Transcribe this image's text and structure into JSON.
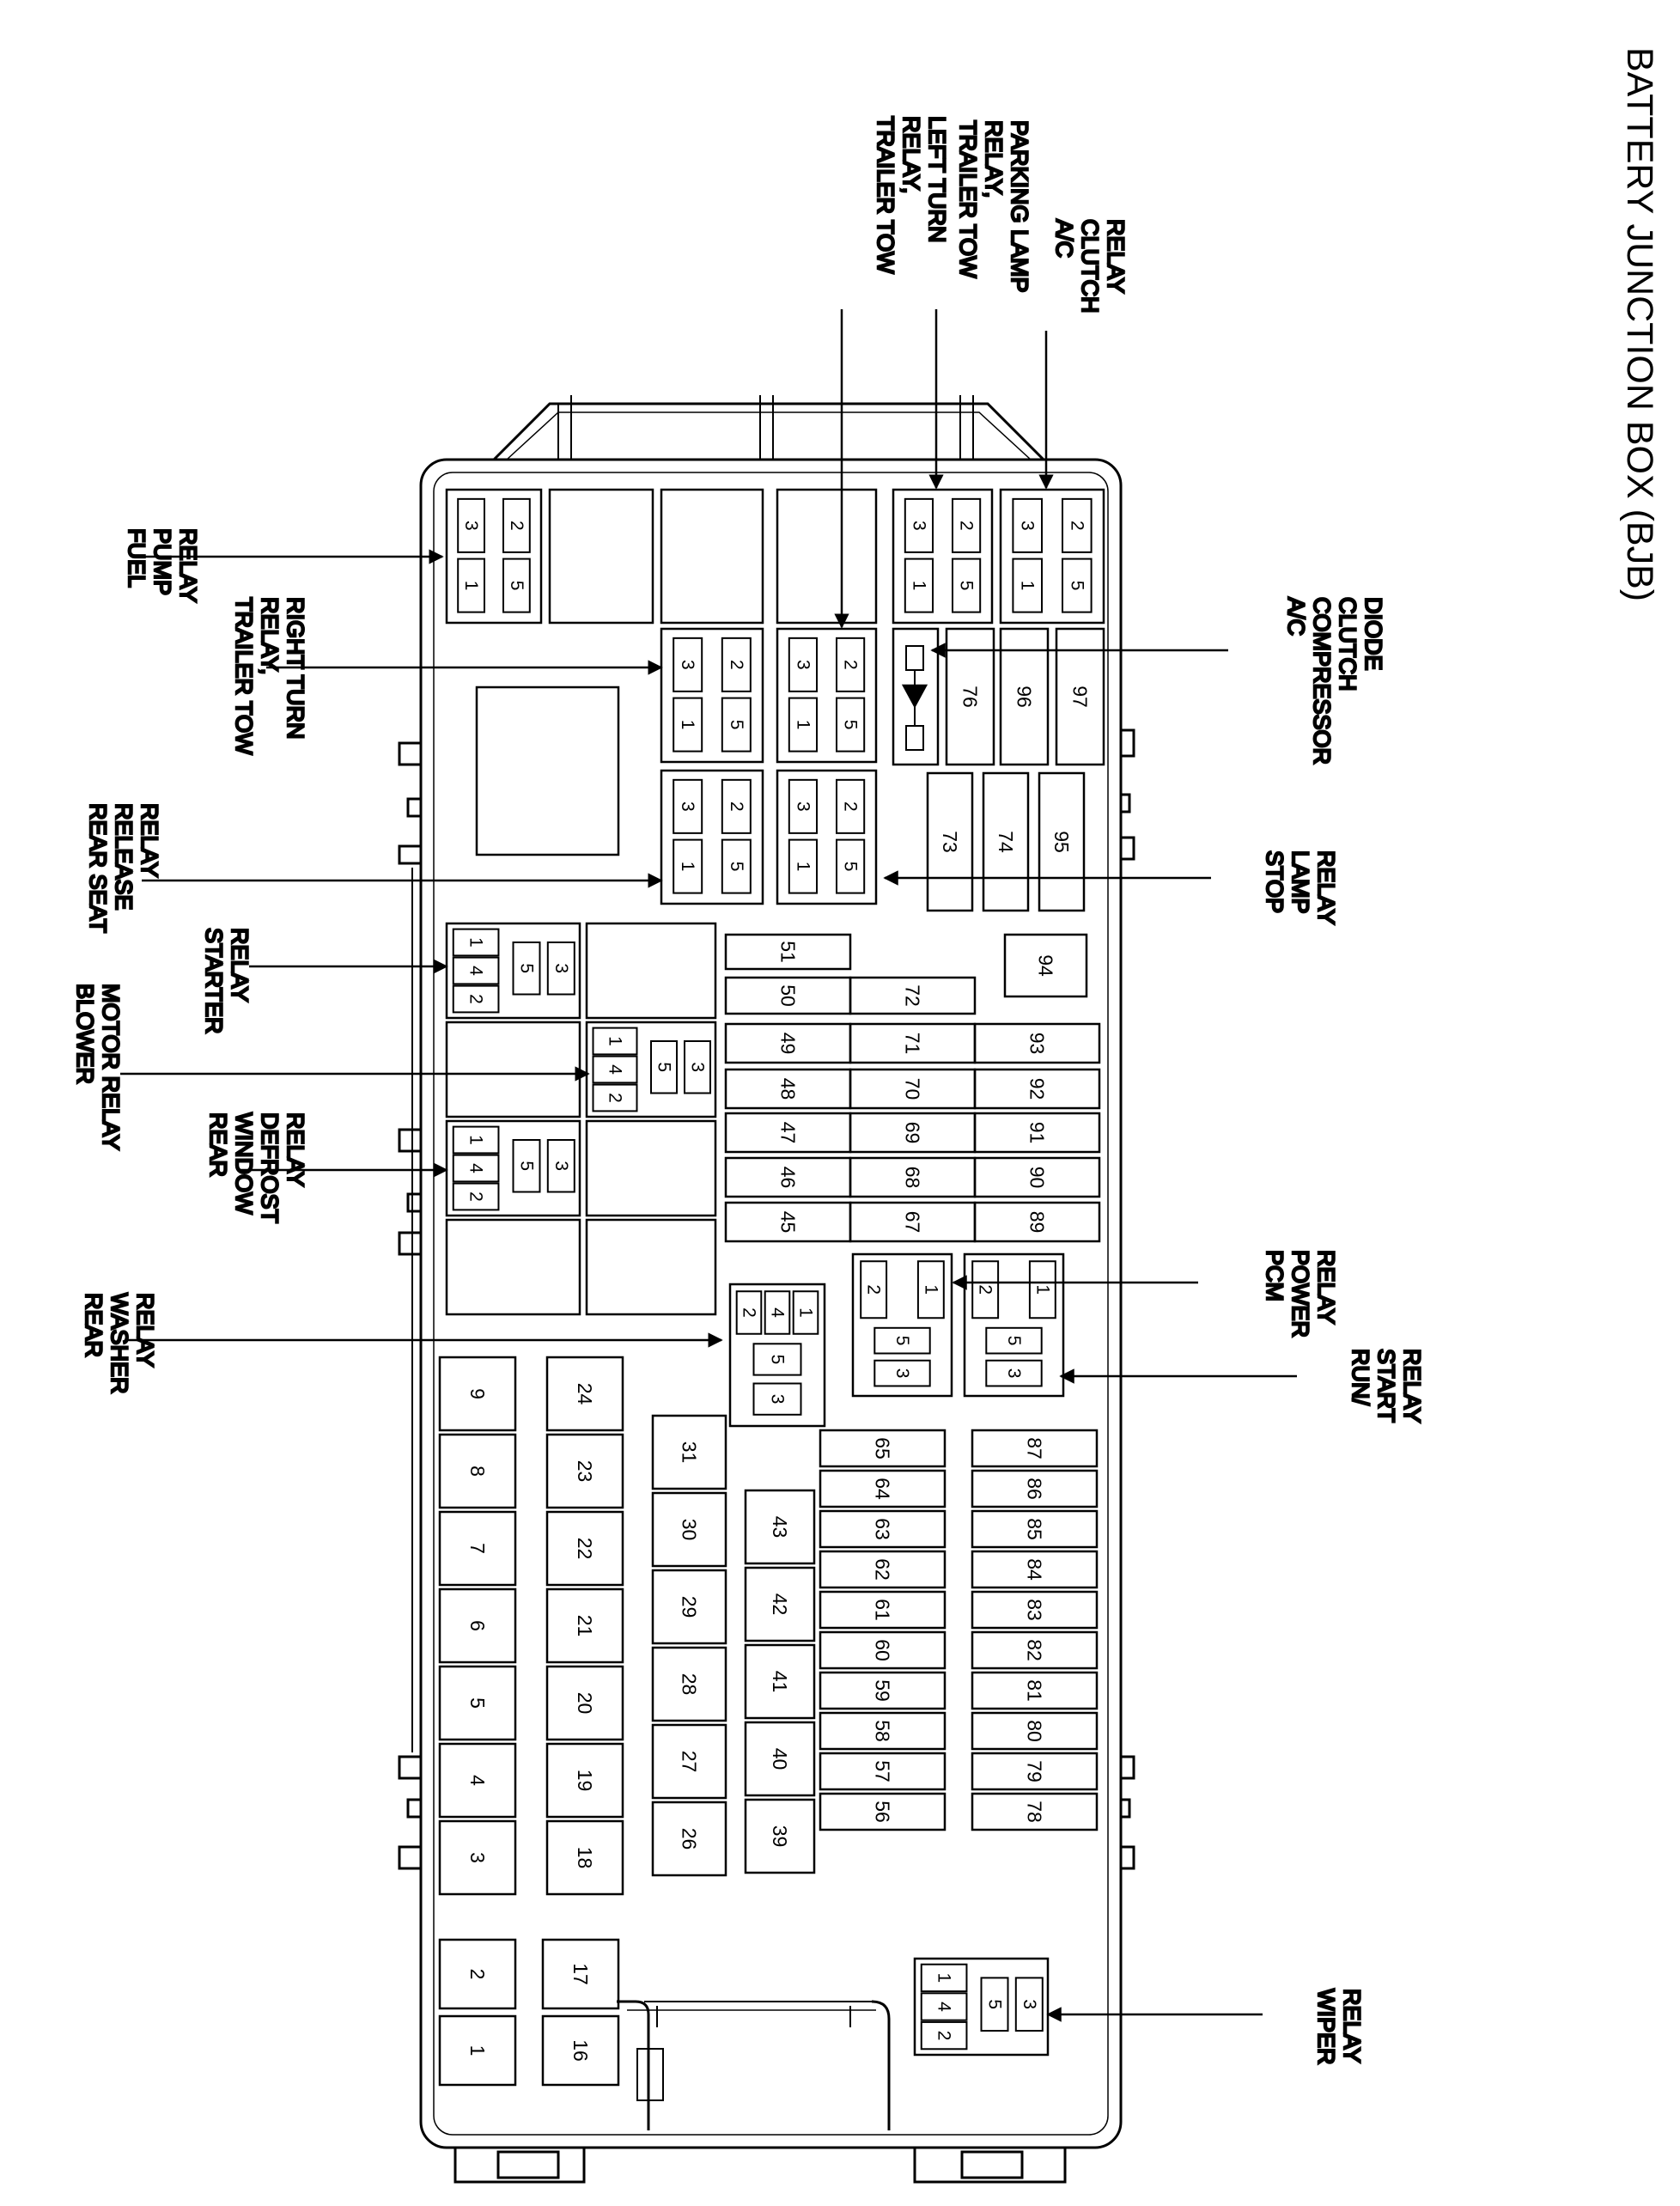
{
  "title": "BATTERY JUNCTION BOX (BJB)",
  "labels": {
    "fuel_pump_relay": [
      "FUEL",
      "PUMP",
      "RELAY"
    ],
    "trailer_tow_right": [
      "TRAILER TOW",
      "RELAY,",
      "RIGHT TURN"
    ],
    "rear_seat_release": [
      "REAR SEAT",
      "RELEASE",
      "RELAY"
    ],
    "starter_relay": [
      "STARTER",
      "RELAY"
    ],
    "blower_motor_relay": [
      "BLOWER",
      "MOTOR RELAY"
    ],
    "rear_window_defrost": [
      "REAR",
      "WINDOW",
      "DEFROST",
      "RELAY"
    ],
    "rear_washer_relay": [
      "REAR",
      "WASHER",
      "RELAY"
    ],
    "trailer_tow_left": [
      "TRAILER TOW",
      "RELAY,",
      "LEFT TURN"
    ],
    "trailer_tow_parking": [
      "TRAILER TOW",
      "RELAY,",
      "PARKING LAMP"
    ],
    "ac_clutch_relay": [
      "A/C",
      "CLUTCH",
      "RELAY"
    ],
    "ac_compressor_diode": [
      "A/C",
      "COMPRESSOR",
      "CLUTCH",
      "DIODE"
    ],
    "stop_lamp_relay": [
      "STOP",
      "LAMP",
      "RELAY"
    ],
    "pcm_power_relay": [
      "PCM",
      "POWER",
      "RELAY"
    ],
    "run_start_relay": [
      "RUN/",
      "START",
      "RELAY"
    ],
    "wiper_relay": [
      "WIPER",
      "RELAY"
    ]
  },
  "fuses": {
    "f1": "1",
    "f2": "2",
    "f3": "3",
    "f4": "4",
    "f5": "5",
    "f6": "6",
    "f7": "7",
    "f8": "8",
    "f9": "9",
    "f16": "16",
    "f17": "17",
    "f18": "18",
    "f19": "19",
    "f20": "20",
    "f21": "21",
    "f22": "22",
    "f23": "23",
    "f24": "24",
    "f26": "26",
    "f27": "27",
    "f28": "28",
    "f29": "29",
    "f30": "30",
    "f31": "31",
    "f39": "39",
    "f40": "40",
    "f41": "41",
    "f42": "42",
    "f43": "43",
    "f45": "45",
    "f46": "46",
    "f47": "47",
    "f48": "48",
    "f49": "49",
    "f50": "50",
    "f51": "51",
    "f56": "56",
    "f57": "57",
    "f58": "58",
    "f59": "59",
    "f60": "60",
    "f61": "61",
    "f62": "62",
    "f63": "63",
    "f64": "64",
    "f65": "65",
    "f67": "67",
    "f68": "68",
    "f69": "69",
    "f70": "70",
    "f71": "71",
    "f72": "72",
    "f73": "73",
    "f74": "74",
    "f76": "76",
    "f78": "78",
    "f79": "79",
    "f80": "80",
    "f81": "81",
    "f82": "82",
    "f83": "83",
    "f84": "84",
    "f85": "85",
    "f86": "86",
    "f87": "87",
    "f89": "89",
    "f90": "90",
    "f91": "91",
    "f92": "92",
    "f93": "93",
    "f94": "94",
    "f95": "95",
    "f96": "96",
    "f97": "97"
  },
  "pins": {
    "p1": "1",
    "p2": "2",
    "p3": "3",
    "p4": "4",
    "p5": "5"
  }
}
